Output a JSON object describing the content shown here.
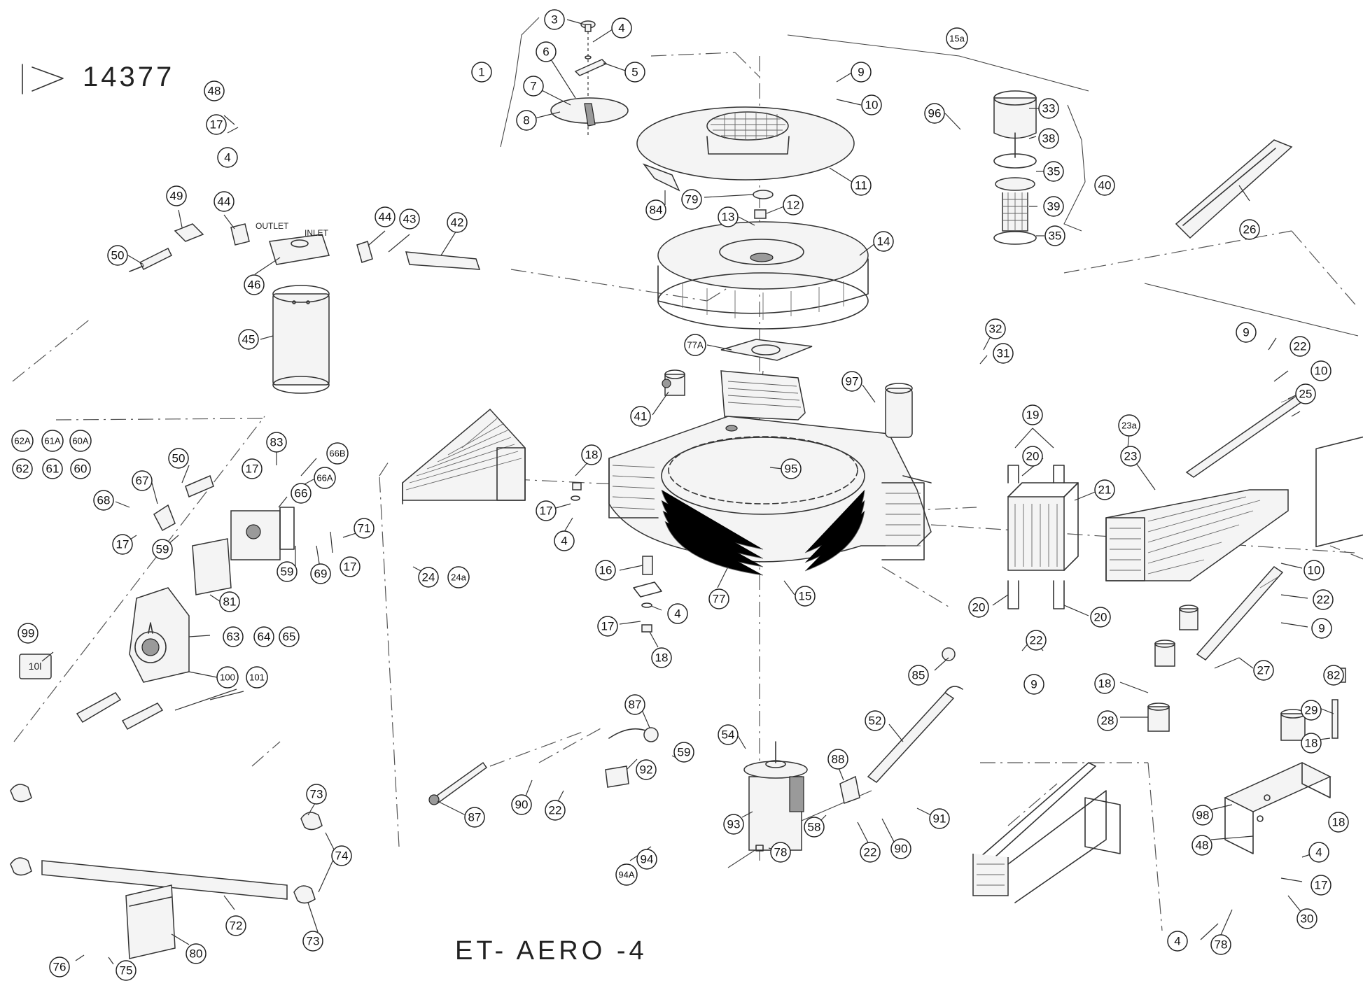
{
  "sheet": {
    "document_number": "14377",
    "drawing_title": "ET- AERO -4"
  },
  "labels": {
    "outlet": "OUTLET",
    "inlet": "INLET",
    "oil_can": "10l"
  },
  "callouts": [
    {
      "id": "c1",
      "label": "1"
    },
    {
      "id": "c3",
      "label": "3"
    },
    {
      "id": "c4a",
      "label": "4"
    },
    {
      "id": "c6",
      "label": "6"
    },
    {
      "id": "c5",
      "label": "5"
    },
    {
      "id": "c7",
      "label": "7"
    },
    {
      "id": "c8",
      "label": "8"
    },
    {
      "id": "c15a",
      "label": "15a"
    },
    {
      "id": "c9a",
      "label": "9"
    },
    {
      "id": "c10a",
      "label": "10"
    },
    {
      "id": "c11",
      "label": "11"
    },
    {
      "id": "c84",
      "label": "84"
    },
    {
      "id": "c79",
      "label": "79"
    },
    {
      "id": "c12",
      "label": "12"
    },
    {
      "id": "c13",
      "label": "13"
    },
    {
      "id": "c14",
      "label": "14"
    },
    {
      "id": "c77A",
      "label": "77A"
    },
    {
      "id": "c96",
      "label": "96"
    },
    {
      "id": "c33",
      "label": "33"
    },
    {
      "id": "c38",
      "label": "38"
    },
    {
      "id": "c35a",
      "label": "35"
    },
    {
      "id": "c40",
      "label": "40"
    },
    {
      "id": "c39",
      "label": "39"
    },
    {
      "id": "c35b",
      "label": "35"
    },
    {
      "id": "c26",
      "label": "26"
    },
    {
      "id": "c48a",
      "label": "48"
    },
    {
      "id": "c17a",
      "label": "17"
    },
    {
      "id": "c4b",
      "label": "4"
    },
    {
      "id": "c49",
      "label": "49"
    },
    {
      "id": "c44a",
      "label": "44"
    },
    {
      "id": "c44b",
      "label": "44"
    },
    {
      "id": "c43",
      "label": "43"
    },
    {
      "id": "c42",
      "label": "42"
    },
    {
      "id": "c50a",
      "label": "50"
    },
    {
      "id": "c46",
      "label": "46"
    },
    {
      "id": "c45",
      "label": "45"
    },
    {
      "id": "c41",
      "label": "41"
    },
    {
      "id": "c97",
      "label": "97"
    },
    {
      "id": "c32",
      "label": "32"
    },
    {
      "id": "c31",
      "label": "31"
    },
    {
      "id": "c9b",
      "label": "9"
    },
    {
      "id": "c22a",
      "label": "22"
    },
    {
      "id": "c10b",
      "label": "10"
    },
    {
      "id": "c25",
      "label": "25"
    },
    {
      "id": "c62A",
      "label": "62A"
    },
    {
      "id": "c61A",
      "label": "61A"
    },
    {
      "id": "c60A",
      "label": "60A"
    },
    {
      "id": "c62",
      "label": "62"
    },
    {
      "id": "c61",
      "label": "61"
    },
    {
      "id": "c60",
      "label": "60"
    },
    {
      "id": "c50b",
      "label": "50"
    },
    {
      "id": "c83",
      "label": "83"
    },
    {
      "id": "c66B",
      "label": "66B"
    },
    {
      "id": "c66A",
      "label": "66A"
    },
    {
      "id": "c17b",
      "label": "17"
    },
    {
      "id": "c67",
      "label": "67"
    },
    {
      "id": "c66",
      "label": "66"
    },
    {
      "id": "c68",
      "label": "68"
    },
    {
      "id": "c17c",
      "label": "17"
    },
    {
      "id": "c59a",
      "label": "59"
    },
    {
      "id": "c71",
      "label": "71"
    },
    {
      "id": "c59b",
      "label": "59"
    },
    {
      "id": "c69",
      "label": "69"
    },
    {
      "id": "c17d",
      "label": "17"
    },
    {
      "id": "c81",
      "label": "81"
    },
    {
      "id": "c18a",
      "label": "18"
    },
    {
      "id": "c17e",
      "label": "17"
    },
    {
      "id": "c4c",
      "label": "4"
    },
    {
      "id": "c24",
      "label": "24"
    },
    {
      "id": "c24a",
      "label": "24a"
    },
    {
      "id": "c95",
      "label": "95"
    },
    {
      "id": "c19",
      "label": "19"
    },
    {
      "id": "c20a",
      "label": "20"
    },
    {
      "id": "c21",
      "label": "21"
    },
    {
      "id": "c23a",
      "label": "23a"
    },
    {
      "id": "c23",
      "label": "23"
    },
    {
      "id": "c16",
      "label": "16"
    },
    {
      "id": "c4d",
      "label": "4"
    },
    {
      "id": "c77",
      "label": "77"
    },
    {
      "id": "c15",
      "label": "15"
    },
    {
      "id": "c17f",
      "label": "17"
    },
    {
      "id": "c18b",
      "label": "18"
    },
    {
      "id": "c20b",
      "label": "20"
    },
    {
      "id": "c20c",
      "label": "20"
    },
    {
      "id": "c10c",
      "label": "10"
    },
    {
      "id": "c22b",
      "label": "22"
    },
    {
      "id": "c9c",
      "label": "9"
    },
    {
      "id": "c22c",
      "label": "22"
    },
    {
      "id": "c9d",
      "label": "9"
    },
    {
      "id": "c27",
      "label": "27"
    },
    {
      "id": "c99",
      "label": "99"
    },
    {
      "id": "c63",
      "label": "63"
    },
    {
      "id": "c64",
      "label": "64"
    },
    {
      "id": "c65",
      "label": "65"
    },
    {
      "id": "c100",
      "label": "100"
    },
    {
      "id": "c101",
      "label": "101"
    },
    {
      "id": "c85",
      "label": "85"
    },
    {
      "id": "c82",
      "label": "82"
    },
    {
      "id": "c18c",
      "label": "18"
    },
    {
      "id": "c28",
      "label": "28"
    },
    {
      "id": "c29",
      "label": "29"
    },
    {
      "id": "c18d",
      "label": "18"
    },
    {
      "id": "c87a",
      "label": "87"
    },
    {
      "id": "c52",
      "label": "52"
    },
    {
      "id": "c54",
      "label": "54"
    },
    {
      "id": "c59c",
      "label": "59"
    },
    {
      "id": "c92",
      "label": "92"
    },
    {
      "id": "c88",
      "label": "88"
    },
    {
      "id": "c98",
      "label": "98"
    },
    {
      "id": "c18e",
      "label": "18"
    },
    {
      "id": "c73a",
      "label": "73"
    },
    {
      "id": "c87b",
      "label": "87"
    },
    {
      "id": "c90a",
      "label": "90"
    },
    {
      "id": "c22d",
      "label": "22"
    },
    {
      "id": "c93",
      "label": "93"
    },
    {
      "id": "c58",
      "label": "58"
    },
    {
      "id": "c91",
      "label": "91"
    },
    {
      "id": "c48b",
      "label": "48"
    },
    {
      "id": "c4e",
      "label": "4"
    },
    {
      "id": "c74",
      "label": "74"
    },
    {
      "id": "c94",
      "label": "94"
    },
    {
      "id": "c78a",
      "label": "78"
    },
    {
      "id": "c22e",
      "label": "22"
    },
    {
      "id": "c90b",
      "label": "90"
    },
    {
      "id": "c17g",
      "label": "17"
    },
    {
      "id": "c94A",
      "label": "94A"
    },
    {
      "id": "c72",
      "label": "72"
    },
    {
      "id": "c30",
      "label": "30"
    },
    {
      "id": "c73b",
      "label": "73"
    },
    {
      "id": "c80",
      "label": "80"
    },
    {
      "id": "c4f",
      "label": "4"
    },
    {
      "id": "c78b",
      "label": "78"
    },
    {
      "id": "c76",
      "label": "76"
    },
    {
      "id": "c75",
      "label": "75"
    }
  ]
}
